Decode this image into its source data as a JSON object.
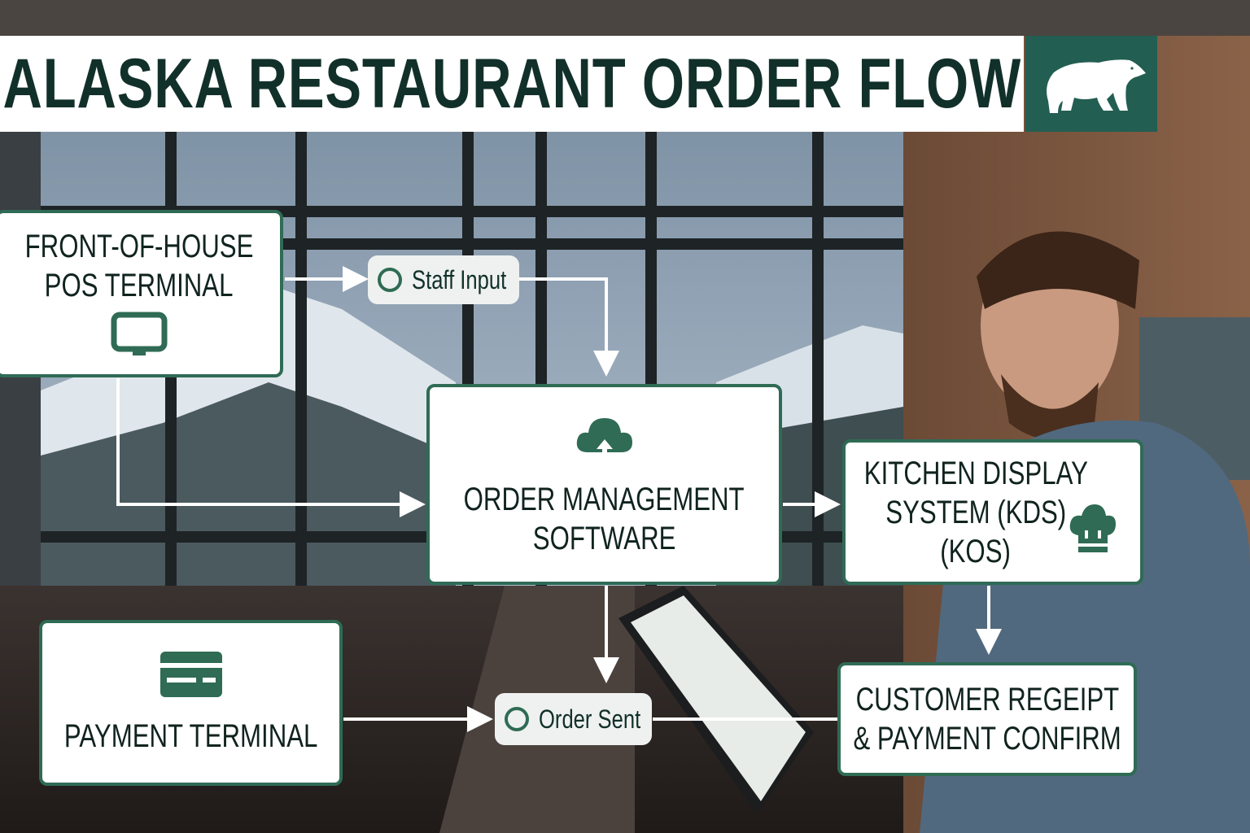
{
  "title": "ALASKA RESTAURANT ORDER FLOW",
  "logo": {
    "icon": "polar-bear-icon",
    "color": "#235e52"
  },
  "colors": {
    "accent": "#2f6b55",
    "title_text": "#12302a",
    "arrow": "#ffffff"
  },
  "nodes": {
    "pos": {
      "lines": [
        "FRONT-OF-HOUSE",
        "POS TERMINAL"
      ],
      "icon": "monitor-icon"
    },
    "oms": {
      "lines": [
        "ORDER MANAGEMENT",
        "SOFTWARE"
      ],
      "icon": "cloud-upload-icon"
    },
    "kds": {
      "lines": [
        "KITCHEN DISPLAY",
        "SYSTEM (KDS)",
        "(KOS)"
      ],
      "icon": "chef-hat-icon"
    },
    "payment": {
      "lines": [
        "PAYMENT TERMINAL"
      ],
      "icon": "credit-card-icon"
    },
    "receipt": {
      "lines": [
        "CUSTOMER REGEIPT",
        "& PAYMENT CONFIRM"
      ]
    }
  },
  "pills": {
    "staff_input": {
      "label": "Staff Input",
      "icon": "circle-icon"
    },
    "order_sent": {
      "label": "Order Sent",
      "icon": "circle-icon"
    }
  }
}
